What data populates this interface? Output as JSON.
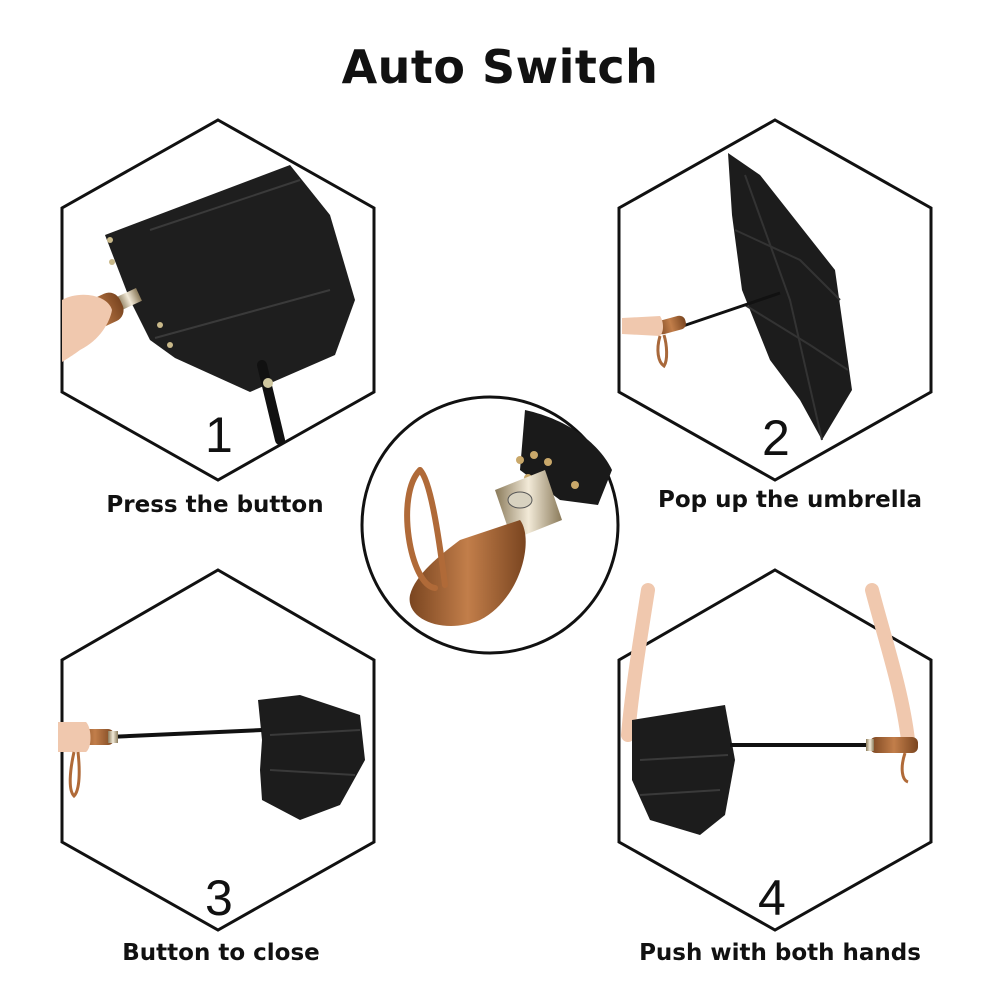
{
  "title": "Auto Switch",
  "steps": [
    {
      "number": "1",
      "caption": "Press the button"
    },
    {
      "number": "2",
      "caption": "Pop up the umbrella"
    },
    {
      "number": "3",
      "caption": "Button to close"
    },
    {
      "number": "4",
      "caption": "Push with both hands"
    }
  ],
  "center_image": "umbrella-handle-closeup",
  "colors": {
    "outline": "#111111",
    "canopy": "#1c1c1c",
    "wood_handle": "#a8683a",
    "skin": "#f0c8ae"
  }
}
